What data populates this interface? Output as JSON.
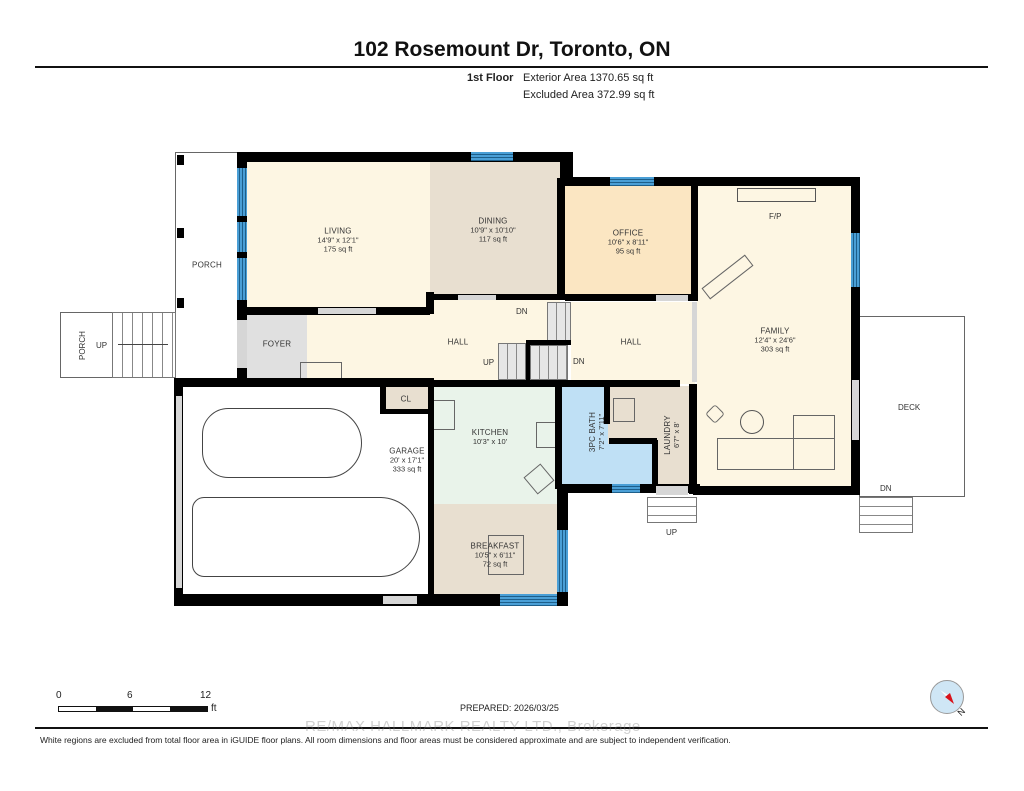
{
  "header": {
    "title": "102 Rosemount Dr, Toronto, ON",
    "floor": "1st Floor",
    "exterior_area": "Exterior Area 1370.65 sq ft",
    "excluded_area": "Excluded Area 372.99 sq ft"
  },
  "rooms": {
    "living": {
      "name": "LIVING",
      "dims": "14'9\" x 12'1\"",
      "area": "175 sq ft",
      "color": "#fdf6e3"
    },
    "dining": {
      "name": "DINING",
      "dims": "10'9\" x 10'10\"",
      "area": "117 sq ft",
      "color": "#e8dfd0"
    },
    "office": {
      "name": "OFFICE",
      "dims": "10'6\" x 8'11\"",
      "area": "95 sq ft",
      "color": "#fbe6c2"
    },
    "family": {
      "name": "FAMILY",
      "dims": "12'4\" x 24'6\"",
      "area": "303 sq ft",
      "color": "#fdf6e3"
    },
    "fireplace": {
      "name": "F/P"
    },
    "porch_main": {
      "name": "PORCH"
    },
    "porch_steps": {
      "name": "PORCH",
      "stairs": "UP"
    },
    "foyer": {
      "name": "FOYER",
      "color": "#e0e0e0"
    },
    "hall_left": {
      "name": "HALL",
      "color": "#fdf6e3",
      "stairs_up": "UP",
      "stairs_dn": "DN"
    },
    "hall_right": {
      "name": "HALL",
      "color": "#fdf6e3",
      "stairs_dn": "DN"
    },
    "closet": {
      "name": "CL",
      "color": "#e8dfd0"
    },
    "kitchen": {
      "name": "KITCHEN",
      "dims": "10'3\" x 10'",
      "color": "#e9f3ea"
    },
    "bath": {
      "name": "3PC BATH",
      "dims": "7'2\" x 7'11\"",
      "color": "#bfe0f5"
    },
    "laundry": {
      "name": "LAUNDRY",
      "dims": "6'7\" x 8'",
      "color": "#e8dfd0"
    },
    "garage": {
      "name": "GARAGE",
      "dims": "20' x 17'1\"",
      "area": "333 sq ft",
      "color": "#ffffff"
    },
    "breakfast": {
      "name": "BREAKFAST",
      "dims": "10'5\" x 6'11\"",
      "area": "72 sq ft",
      "color": "#e8dfd0"
    },
    "deck": {
      "name": "DECK",
      "stairs": "DN"
    },
    "laundry_steps": {
      "stairs": "UP"
    }
  },
  "footer": {
    "scale_ticks": [
      "0",
      "6",
      "12"
    ],
    "scale_unit": "ft",
    "prepared": "PREPARED: 2026/03/25",
    "watermark": "RE/MAX HALLMARK REALTY LTD., Brokerage",
    "disclaimer": "White regions are excluded from total floor area in iGUIDE floor plans. All room dimensions and floor areas must be considered approximate and are subject to independent verification.",
    "compass_label": "N"
  },
  "colors": {
    "wall": "#000000",
    "window": "#4a9fd6",
    "compass_needle": "#d9121a"
  }
}
